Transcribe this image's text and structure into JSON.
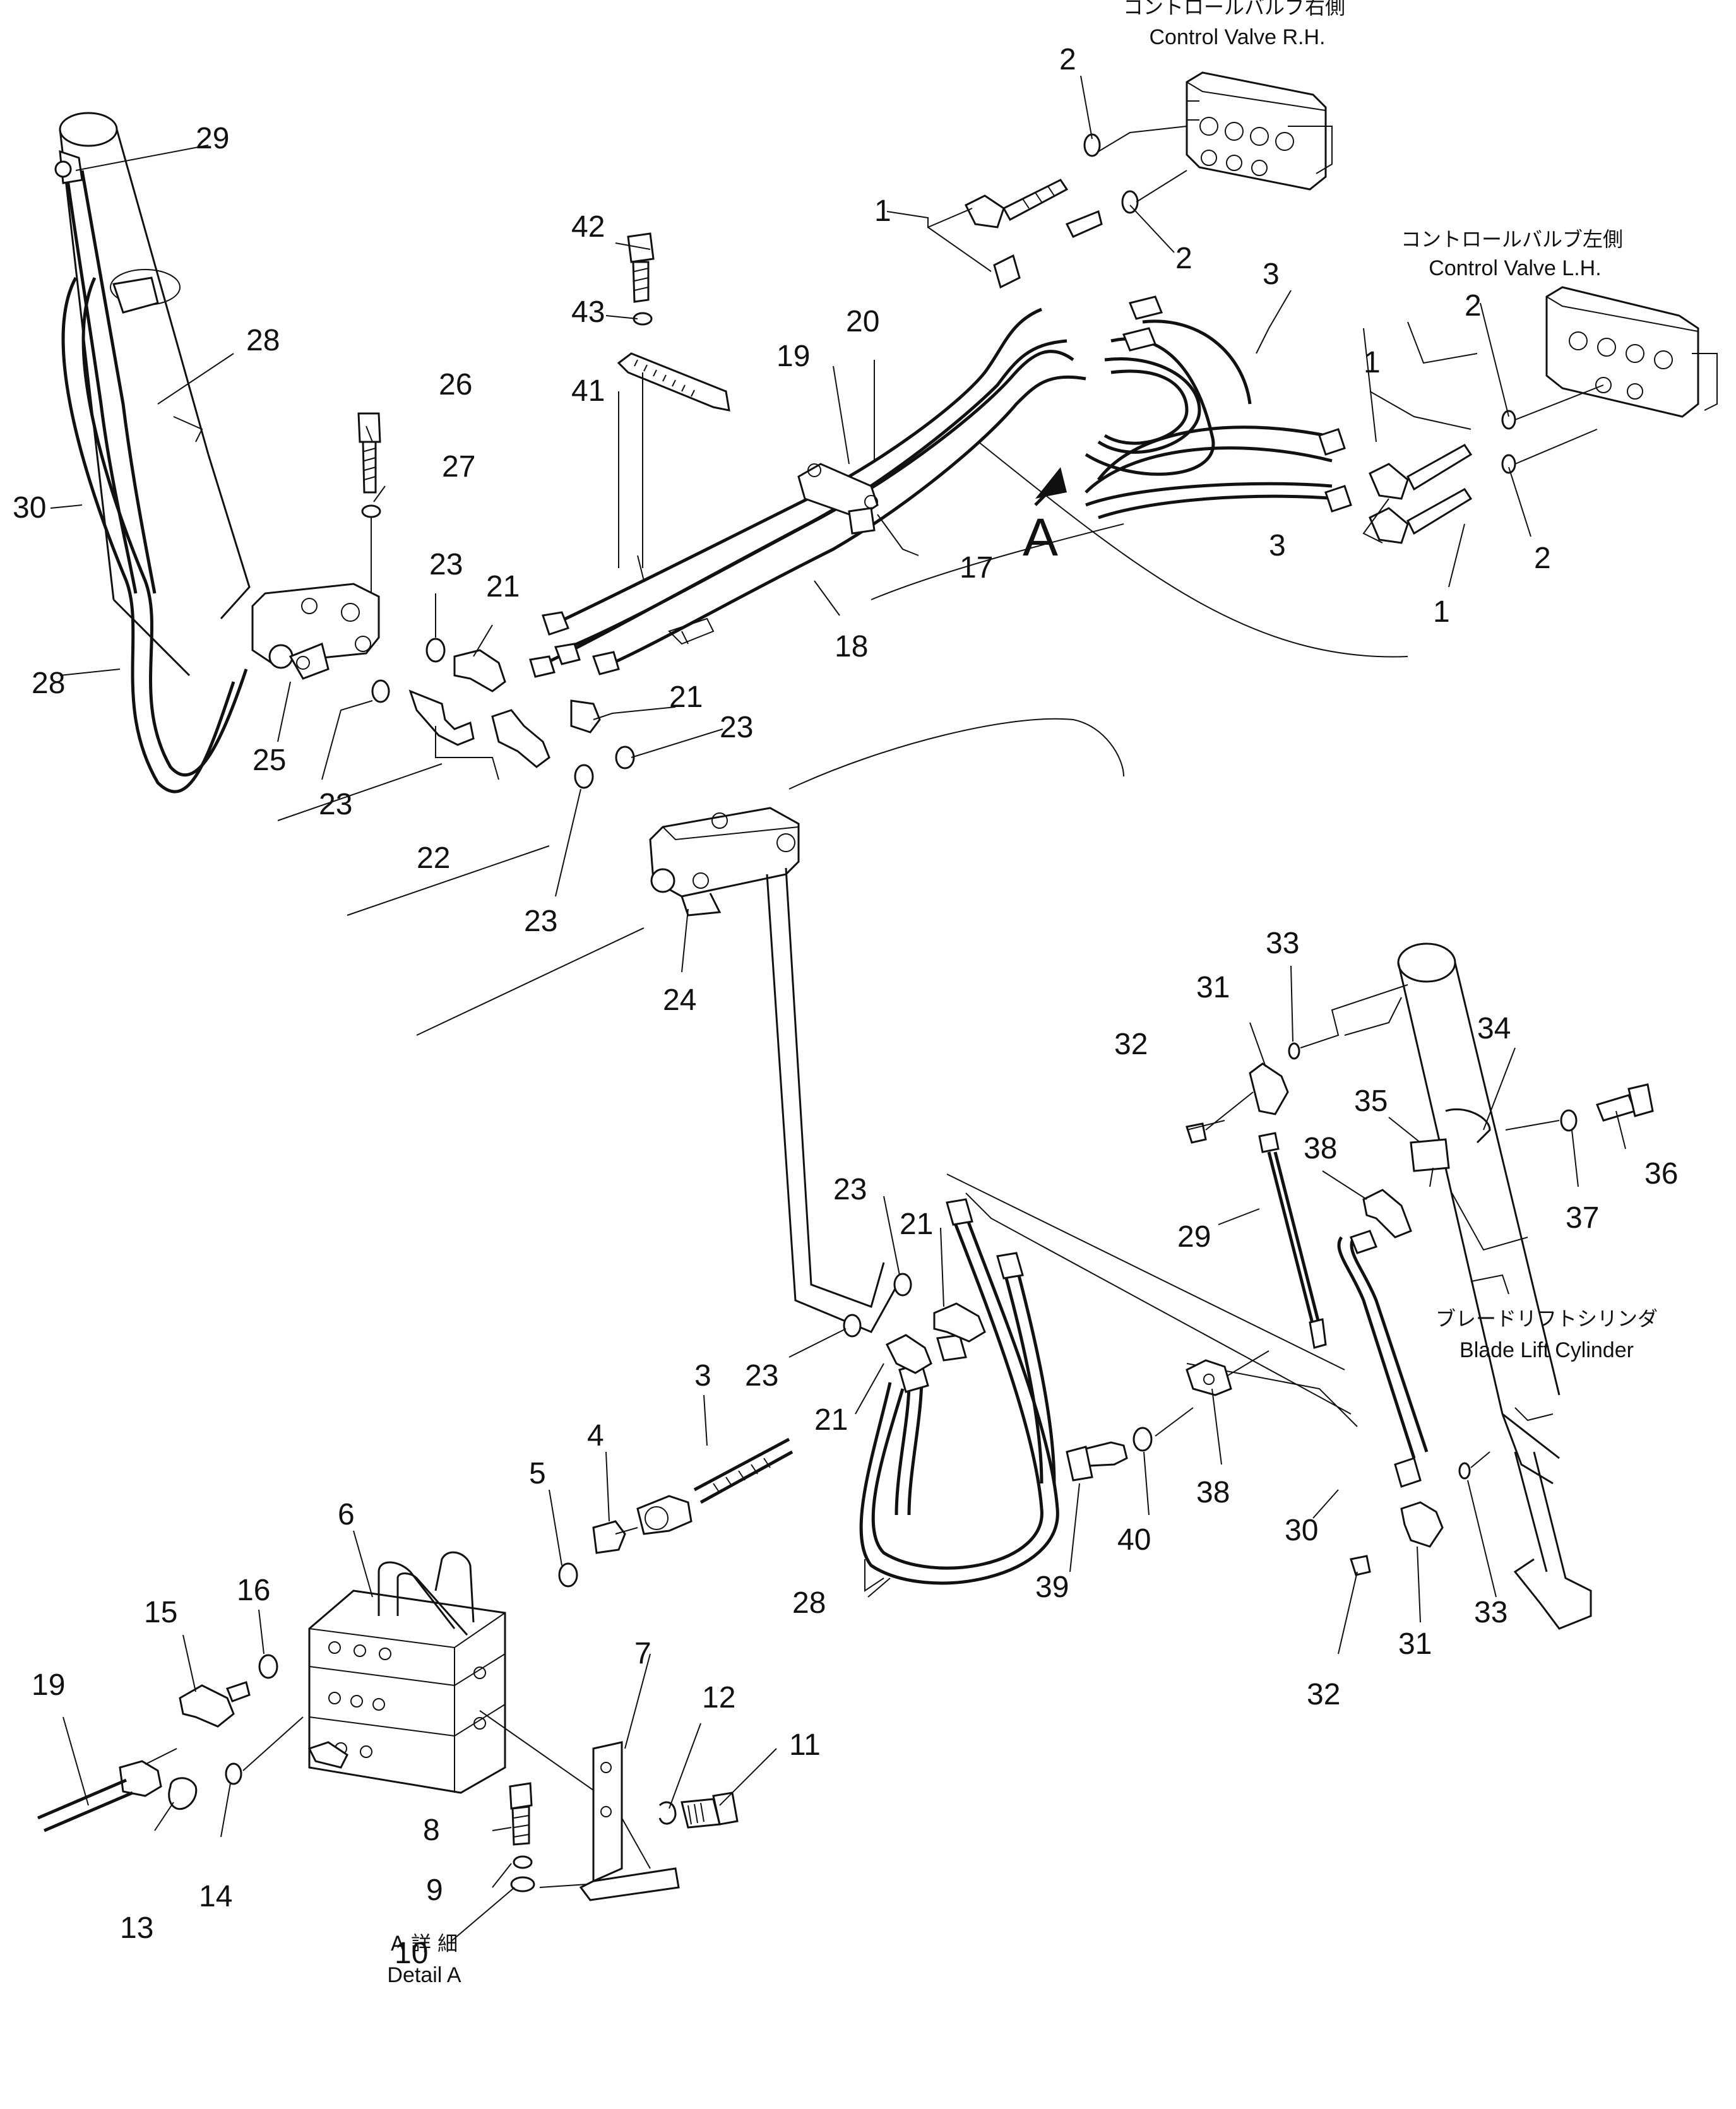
{
  "captions": {
    "cv_rh_jp": "コントロールバルブ右側",
    "cv_rh_en": "Control Valve R.H.",
    "cv_lh_jp": "コントロールバルブ左側",
    "cv_lh_en": "Control Valve L.H.",
    "blade_jp": "ブレードリフトシリンダ",
    "blade_en": "Blade Lift Cylinder",
    "detail_jp": "A 詳 細",
    "detail_en": "Detail A",
    "view_letter": "A"
  },
  "part_numbers": {
    "n1a": "1",
    "n1b": "1",
    "n1c": "1",
    "n2a": "2",
    "n2b": "2",
    "n2c": "2",
    "n2d": "2",
    "n3a": "3",
    "n3b": "3",
    "n3c": "3",
    "n4": "4",
    "n5": "5",
    "n6": "6",
    "n7": "7",
    "n8": "8",
    "n9": "9",
    "n10": "10",
    "n11": "11",
    "n12": "12",
    "n13": "13",
    "n14": "14",
    "n15": "15",
    "n16": "16",
    "n17": "17",
    "n18": "18",
    "n19a": "19",
    "n19b": "19",
    "n20": "20",
    "n21a": "21",
    "n21b": "21",
    "n21c": "21",
    "n21d": "21",
    "n22": "22",
    "n23a": "23",
    "n23b": "23",
    "n23c": "23",
    "n23d": "23",
    "n23e": "23",
    "n23f": "23",
    "n24": "24",
    "n25": "25",
    "n26": "26",
    "n27": "27",
    "n28a": "28",
    "n28b": "28",
    "n28c": "28",
    "n29a": "29",
    "n29b": "29",
    "n30a": "30",
    "n30b": "30",
    "n31a": "31",
    "n31b": "31",
    "n32a": "32",
    "n32b": "32",
    "n33a": "33",
    "n33b": "33",
    "n34": "34",
    "n35": "35",
    "n36": "36",
    "n37": "37",
    "n38a": "38",
    "n38b": "38",
    "n39": "39",
    "n40": "40",
    "n41": "41",
    "n42": "42",
    "n43": "43"
  }
}
